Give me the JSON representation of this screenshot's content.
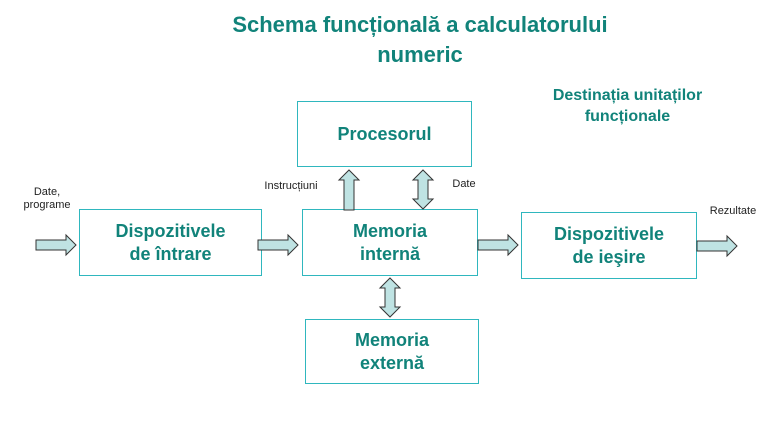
{
  "title": "Schema funcțională a calculatorului\nnumeric",
  "subtitle": "Destinația unitaților\nfuncționale",
  "boxes": {
    "procesor": "Procesorul",
    "intrare": "Dispozitivele\nde întrare",
    "memorie_interna": "Memoria\ninternă",
    "iesire": "Dispozitivele\nde ieşire",
    "memorie_externa": "Memoria\nexternă"
  },
  "labels": {
    "input": "Date,\nprograme",
    "instructions": "Instrucțiuni",
    "data": "Date",
    "results": "Rezultate"
  },
  "colors": {
    "title": "#11837a",
    "box_border": "#2fb7be",
    "arrow_fill": "#bfe3e3",
    "arrow_stroke": "#333333"
  }
}
